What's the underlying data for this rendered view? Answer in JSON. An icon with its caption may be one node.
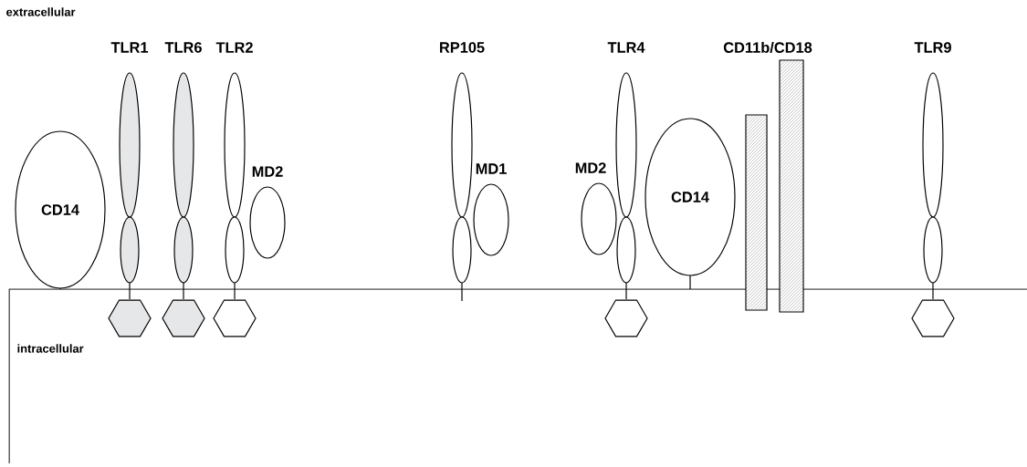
{
  "diagram": {
    "nodes": [
      {
        "text": [
          "CD14"
        ]
      },
      {
        "text": [
          "TLR1"
        ]
      },
      {
        "text": [
          "TLR6"
        ]
      },
      {
        "text": [
          "TLR2"
        ]
      },
      {
        "text": [
          "MD2"
        ]
      },
      {
        "text": [
          "RP105"
        ]
      },
      {
        "text": [
          "MD1"
        ]
      },
      {
        "text": [
          "MD2"
        ]
      },
      {
        "text": [
          "TLR4"
        ]
      },
      {
        "text": [
          "CD14"
        ]
      },
      {
        "text": [],
        "shape": "bar"
      },
      {
        "text": [],
        "shape": "bar"
      },
      {
        "text": [
          "TLR9"
        ]
      }
    ],
    "labels": [
      "extracellular",
      "CD11b/CD18",
      "intracellular"
    ]
  }
}
